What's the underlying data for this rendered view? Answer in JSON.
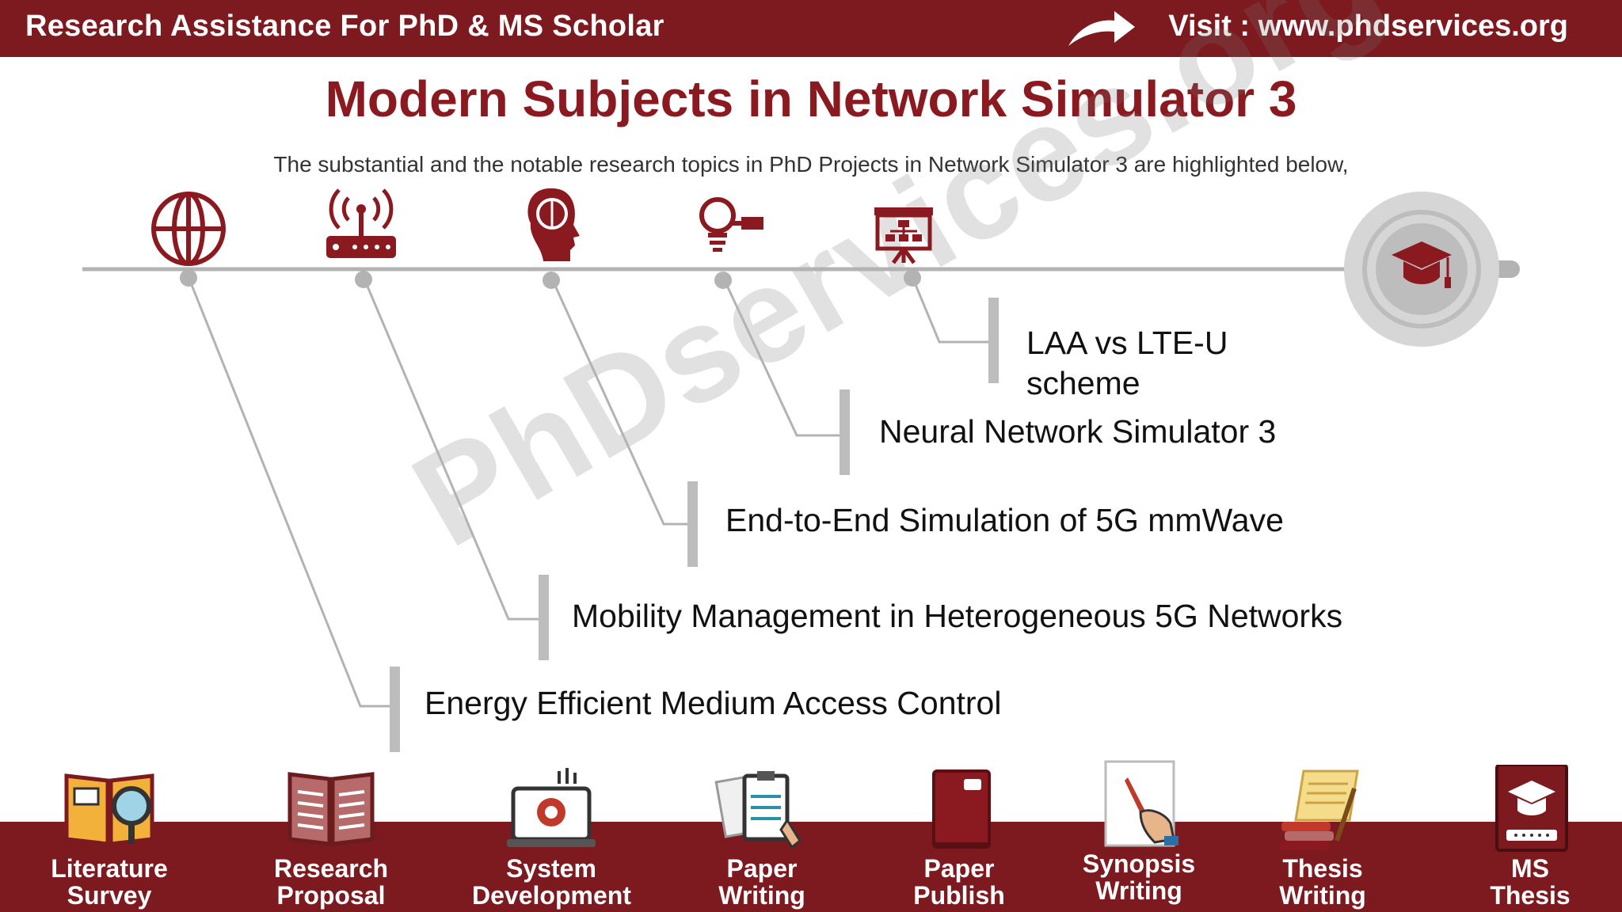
{
  "header": {
    "brand": "Research Assistance For PhD & MS Scholar",
    "visit": "Visit : www.phdservices.org"
  },
  "title": "Modern Subjects in Network Simulator 3",
  "subtitle": "The substantial and the notable research topics in PhD Projects in Network Simulator 3 are highlighted below,",
  "timeline_icons": [
    "globe-icon",
    "wifi-router-icon",
    "brain-head-icon",
    "lightbulb-key-icon",
    "presentation-board-icon",
    "graduation-cap-icon"
  ],
  "topics": [
    {
      "line1": "LAA vs LTE-U",
      "line2": "scheme"
    },
    {
      "line1": "Neural Network Simulator 3"
    },
    {
      "line1": "End-to-End Simulation of 5G mmWave"
    },
    {
      "line1": "Mobility Management in Heterogeneous 5G Networks"
    },
    {
      "line1": "Energy Efficient Medium Access Control"
    }
  ],
  "watermark": "PhDservices.org",
  "services": [
    {
      "l1": "Literature",
      "l2": "Survey",
      "icon": "book-magnifier-icon"
    },
    {
      "l1": "Research",
      "l2": "Proposal",
      "icon": "open-book-icon"
    },
    {
      "l1": "System",
      "l2": "Development",
      "icon": "computer-gear-icon"
    },
    {
      "l1": "Paper",
      "l2": "Writing",
      "icon": "clipboard-writing-icon"
    },
    {
      "l1": "Paper",
      "l2": "Publish",
      "icon": "journal-icon"
    },
    {
      "l1": "Synopsis",
      "l2": "Writing",
      "icon": "hand-pen-icon"
    },
    {
      "l1": "Thesis",
      "l2": "Writing",
      "icon": "scroll-books-icon"
    },
    {
      "l1": "MS",
      "l2": "Thesis",
      "icon": "thesis-book-icon"
    }
  ],
  "colors": {
    "brand": "#7d1a1f",
    "title": "#8b1a20",
    "line": "#b3b3b3"
  }
}
